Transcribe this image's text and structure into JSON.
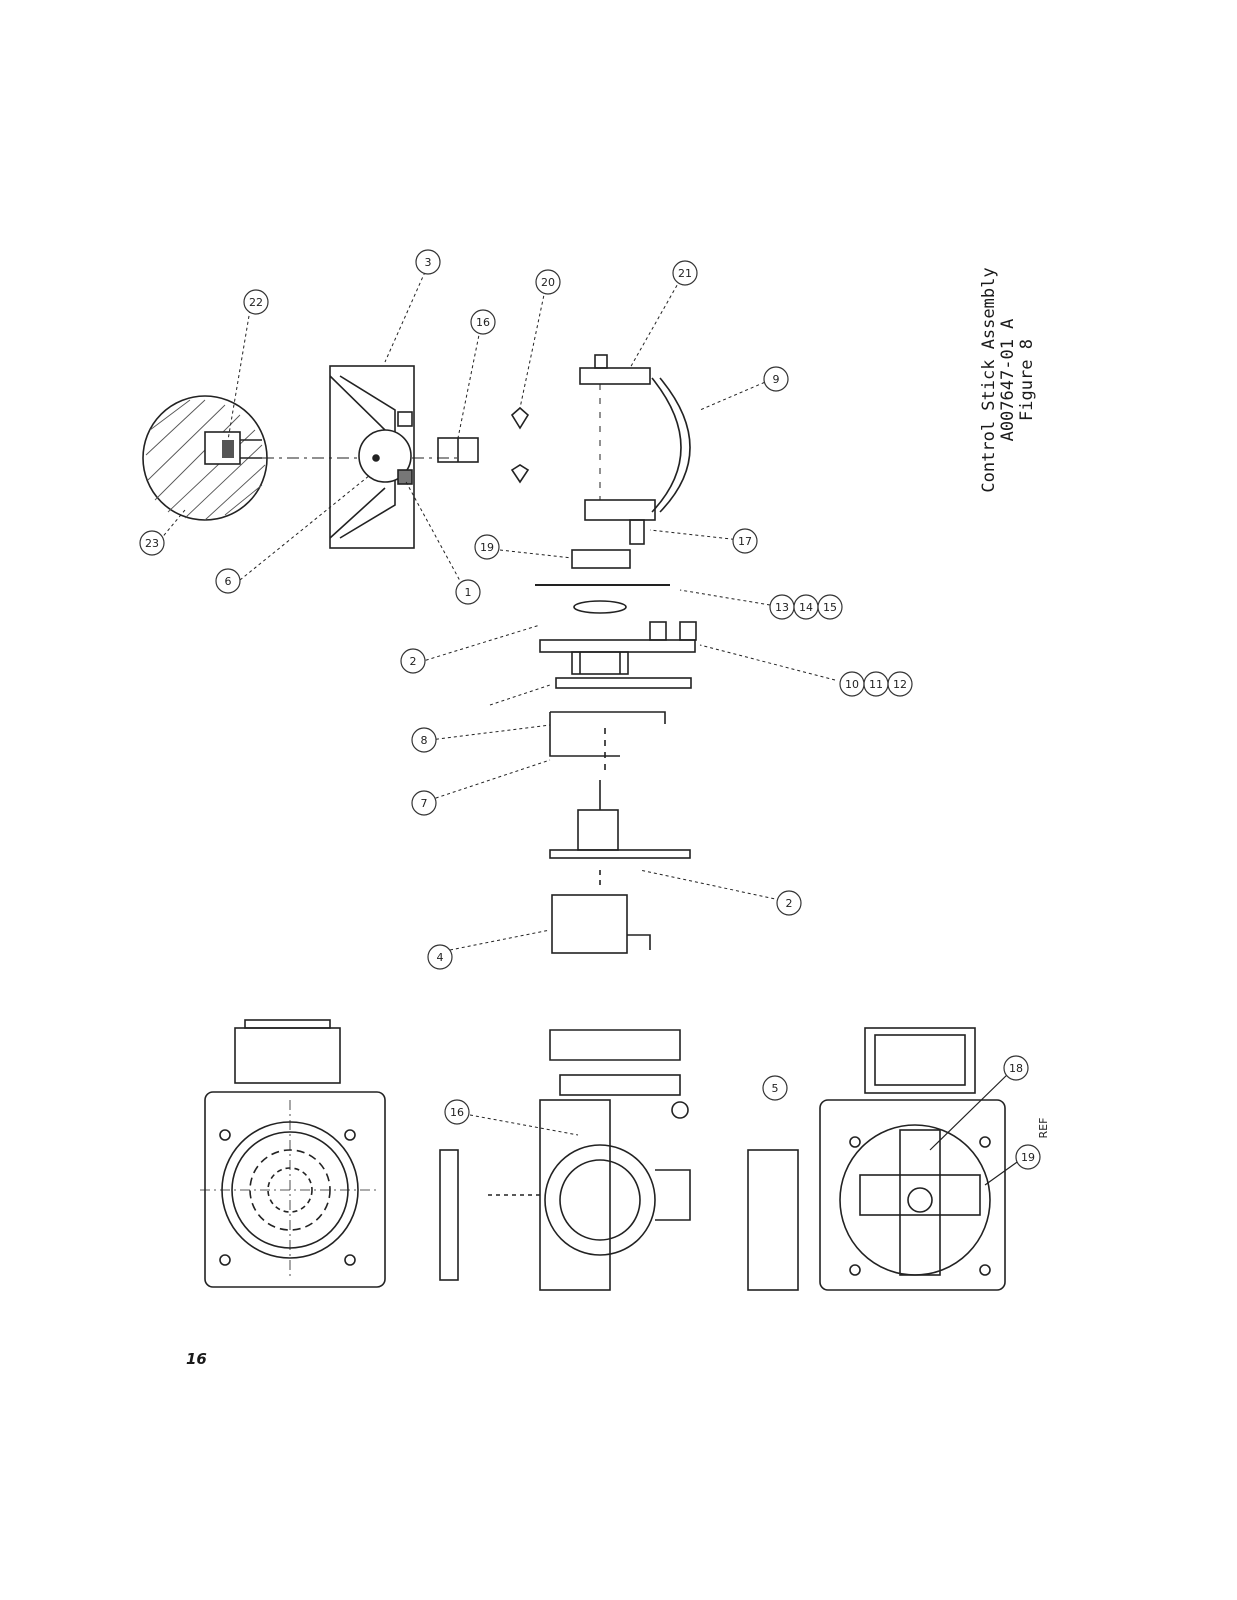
{
  "figure": {
    "title": "Control Stick Assembly",
    "drawing_number": "A007647-01 A",
    "figure_label": "Figure 8"
  },
  "callouts": [
    "1",
    "2",
    "3",
    "4",
    "5",
    "6",
    "7",
    "8",
    "9",
    "10",
    "11",
    "12",
    "13",
    "14",
    "15",
    "16",
    "17",
    "18",
    "19",
    "20",
    "21",
    "22",
    "23"
  ],
  "ref_label": "REF",
  "page_number": "16"
}
